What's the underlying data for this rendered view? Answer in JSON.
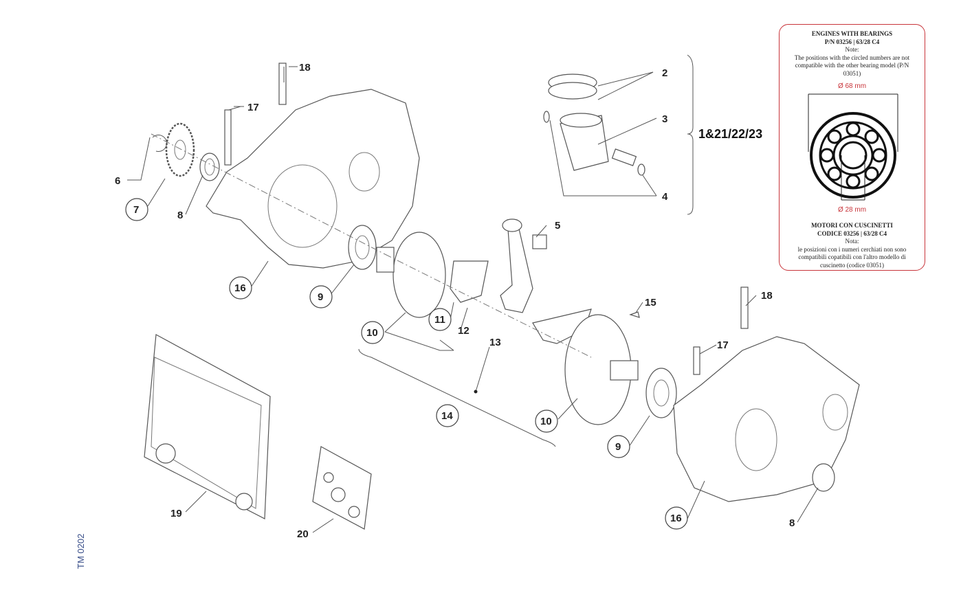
{
  "callouts": {
    "c2": "2",
    "c3": "3",
    "c4": "4",
    "c5": "5",
    "c6": "6",
    "c7": "7",
    "c8a": "8",
    "c8b": "8",
    "c9a": "9",
    "c9b": "9",
    "c10a": "10",
    "c10b": "10",
    "c11": "11",
    "c12": "12",
    "c13": "13",
    "c14": "14",
    "c15": "15",
    "c16a": "16",
    "c16b": "16",
    "c17a": "17",
    "c17b": "17",
    "c18a": "18",
    "c18b": "18",
    "c19": "19",
    "c20": "20"
  },
  "group_label": "1&21/22/23",
  "drawing_code": "TM 0202",
  "note": {
    "en_title": "ENGINES WITH BEARINGS",
    "en_pn": "P/N 03256 | 63/28 C4",
    "en_note_label": "Note:",
    "en_note": "The positions with the circled numbers are not compatible with the other bearing model (P/N 03051)",
    "outer_diameter": "Ø 68 mm",
    "inner_diameter": "Ø 28 mm",
    "it_title": "MOTORI CON CUSCINETTI",
    "it_pn": "CODICE 03256 | 63/28 C4",
    "it_note_label": "Nota:",
    "it_note": "le posizioni con i numeri cerchiati non sono compatibili copatibili con l'altro modello di cuscinetto (codice 03051)",
    "accent_color": "#c8343a"
  }
}
